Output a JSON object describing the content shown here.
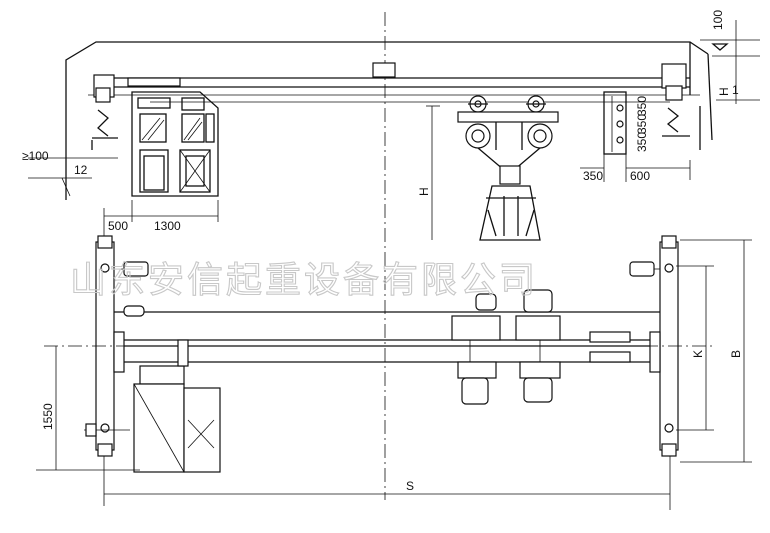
{
  "dimensions": {
    "d100_top": "100",
    "h1_label": "H",
    "h1_sub": "1",
    "h_label": "H",
    "le100_label": "≥100",
    "d12": "12",
    "d500": "500",
    "d1300": "1300",
    "d350": "350",
    "d600": "600",
    "d350a": "350",
    "d350b": "350",
    "d350c": "350",
    "d1550": "1550",
    "s_label": "S",
    "k_label": "K",
    "b_label": "B"
  },
  "watermark": "山东安信起重设备有限公司"
}
